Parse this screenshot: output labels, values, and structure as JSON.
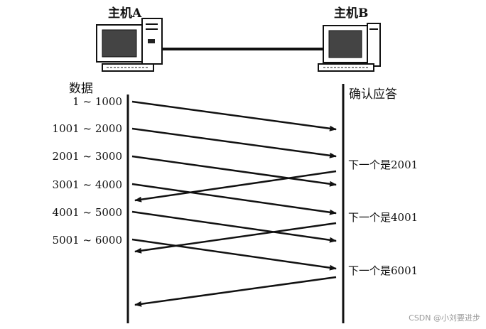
{
  "hosts": {
    "a": "主机A",
    "b": "主机B"
  },
  "left_label": "数据",
  "right_label": "确认应答",
  "segments": [
    "1 ~ 1000",
    "1001 ~ 2000",
    "2001 ~ 3000",
    "3001 ~ 4000",
    "4001 ~ 5000",
    "5001 ~ 6000"
  ],
  "acks": [
    "下一个是2001",
    "下一个是4001",
    "下一个是6001"
  ],
  "watermark": "CSDN @小刘要进步"
}
